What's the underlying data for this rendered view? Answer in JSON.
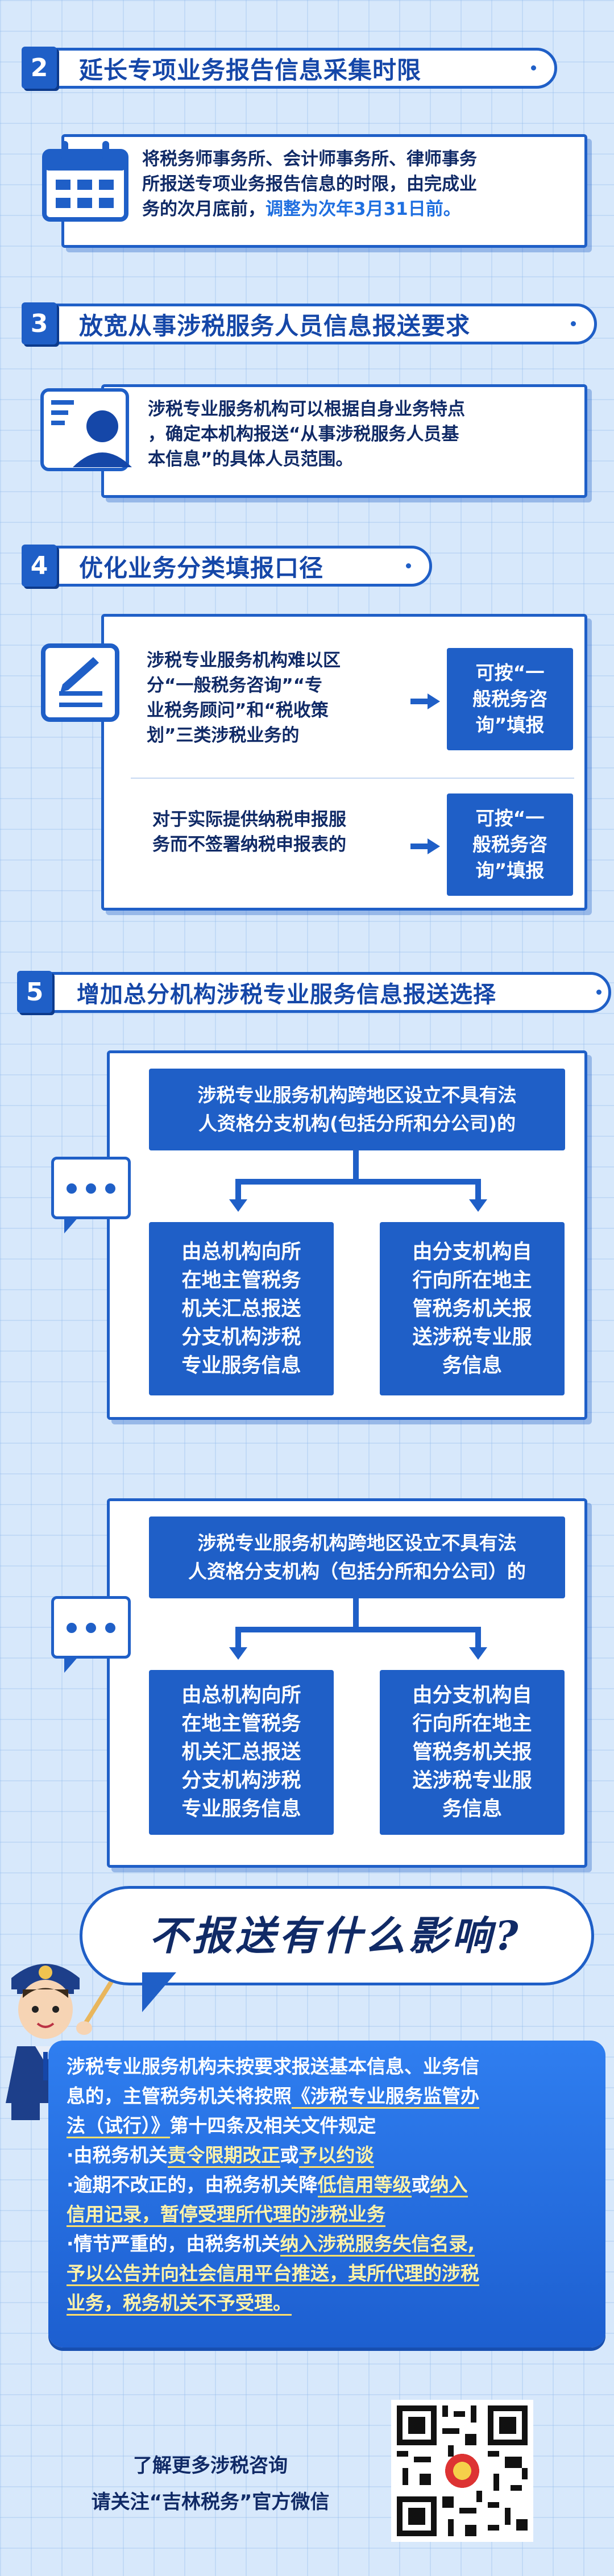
{
  "section2": {
    "num": "2",
    "title": "延长专项业务报告信息采集时限",
    "body_lines": [
      "将税务师事务所、会计师事务所、律师事务",
      "所报送专项业务报告信息的时限，由完成业",
      "务的次月底前，"
    ],
    "body_highlight": "调整为次年3月31日前。"
  },
  "section3": {
    "num": "3",
    "title": "放宽从事涉税服务人员信息报送要求",
    "body_lines": [
      "涉税专业服务机构可以根据自身业务特点",
      "，确定本机构报送“从事涉税服务人员基",
      "本信息”的具体人员范围。"
    ]
  },
  "section4": {
    "num": "4",
    "title": "优化业务分类填报口径",
    "row1_lines": [
      "涉税专业服务机构难以区",
      "分“一般税务咨询”“专",
      "业税务顾问”和“税收策",
      "划”三类涉税业务的"
    ],
    "row1_result": [
      "可按“一",
      "般税务咨",
      "询”填报"
    ],
    "row2_lines": [
      "对于实际提供纳税申报服",
      "务而不签署纳税申报表的"
    ],
    "row2_result": [
      "可按“一",
      "般税务咨",
      "询”填报"
    ]
  },
  "section5": {
    "num": "5",
    "title": "增加总分机构涉税专业服务信息报送选择",
    "flow1": {
      "top": [
        "涉税专业服务机构跨地区设立不具有法",
        "人资格分支机构(包括分所和分公司)的"
      ],
      "left": [
        "由总机构向所",
        "在地主管税务",
        "机关汇总报送",
        "分支机构涉税",
        "专业服务信息"
      ],
      "right": [
        "由分支机构自",
        "行向所在地主",
        "管税务机关报",
        "送涉税专业服",
        "务信息"
      ]
    },
    "flow2": {
      "top": [
        "涉税专业服务机构跨地区设立不具有法",
        "人资格分支机构（包括分所和分公司）的"
      ],
      "left": [
        "由总机构向所",
        "在地主管税务",
        "机关汇总报送",
        "分支机构涉税",
        "专业服务信息"
      ],
      "right": [
        "由分支机构自",
        "行向所在地主",
        "管税务机关报",
        "送涉税专业服",
        "务信息"
      ]
    }
  },
  "impact": {
    "title": "不报送有什么影响?",
    "l1": "涉税专业服务机构未按要求报送基本信息、业务信",
    "l2a": "息的，主管税务机关将按照",
    "l2b": "《涉税专业服务监管办",
    "l3a": "法（试行）》",
    "l3b": "第十四条及相关文件规定",
    "l4a": "·由税务机关",
    "l4b": "责令限期改正",
    "l4c": "或",
    "l4d": "予以约谈",
    "l5a": "·逾期不改正的，由税务机关降",
    "l5b": "低信用等级",
    "l5c": "或",
    "l5d": "纳入",
    "l6a": "信用记录，暂停受理所代理的涉税业务",
    "l7a": "·情节严重的，由税务机关",
    "l7b": "纳入涉税服务失信名录,",
    "l8a": "予以公告并向社会信用平台推送，其所代理的涉税",
    "l9a": "业务，税务机关不予受理。"
  },
  "footer": {
    "line1": "了解更多涉税咨询",
    "line2": "请关注“吉林税务”官方微信"
  },
  "colors": {
    "primary": "#1f5fc7",
    "highlight": "#1f6fe0",
    "background": "#d7e8fb"
  }
}
